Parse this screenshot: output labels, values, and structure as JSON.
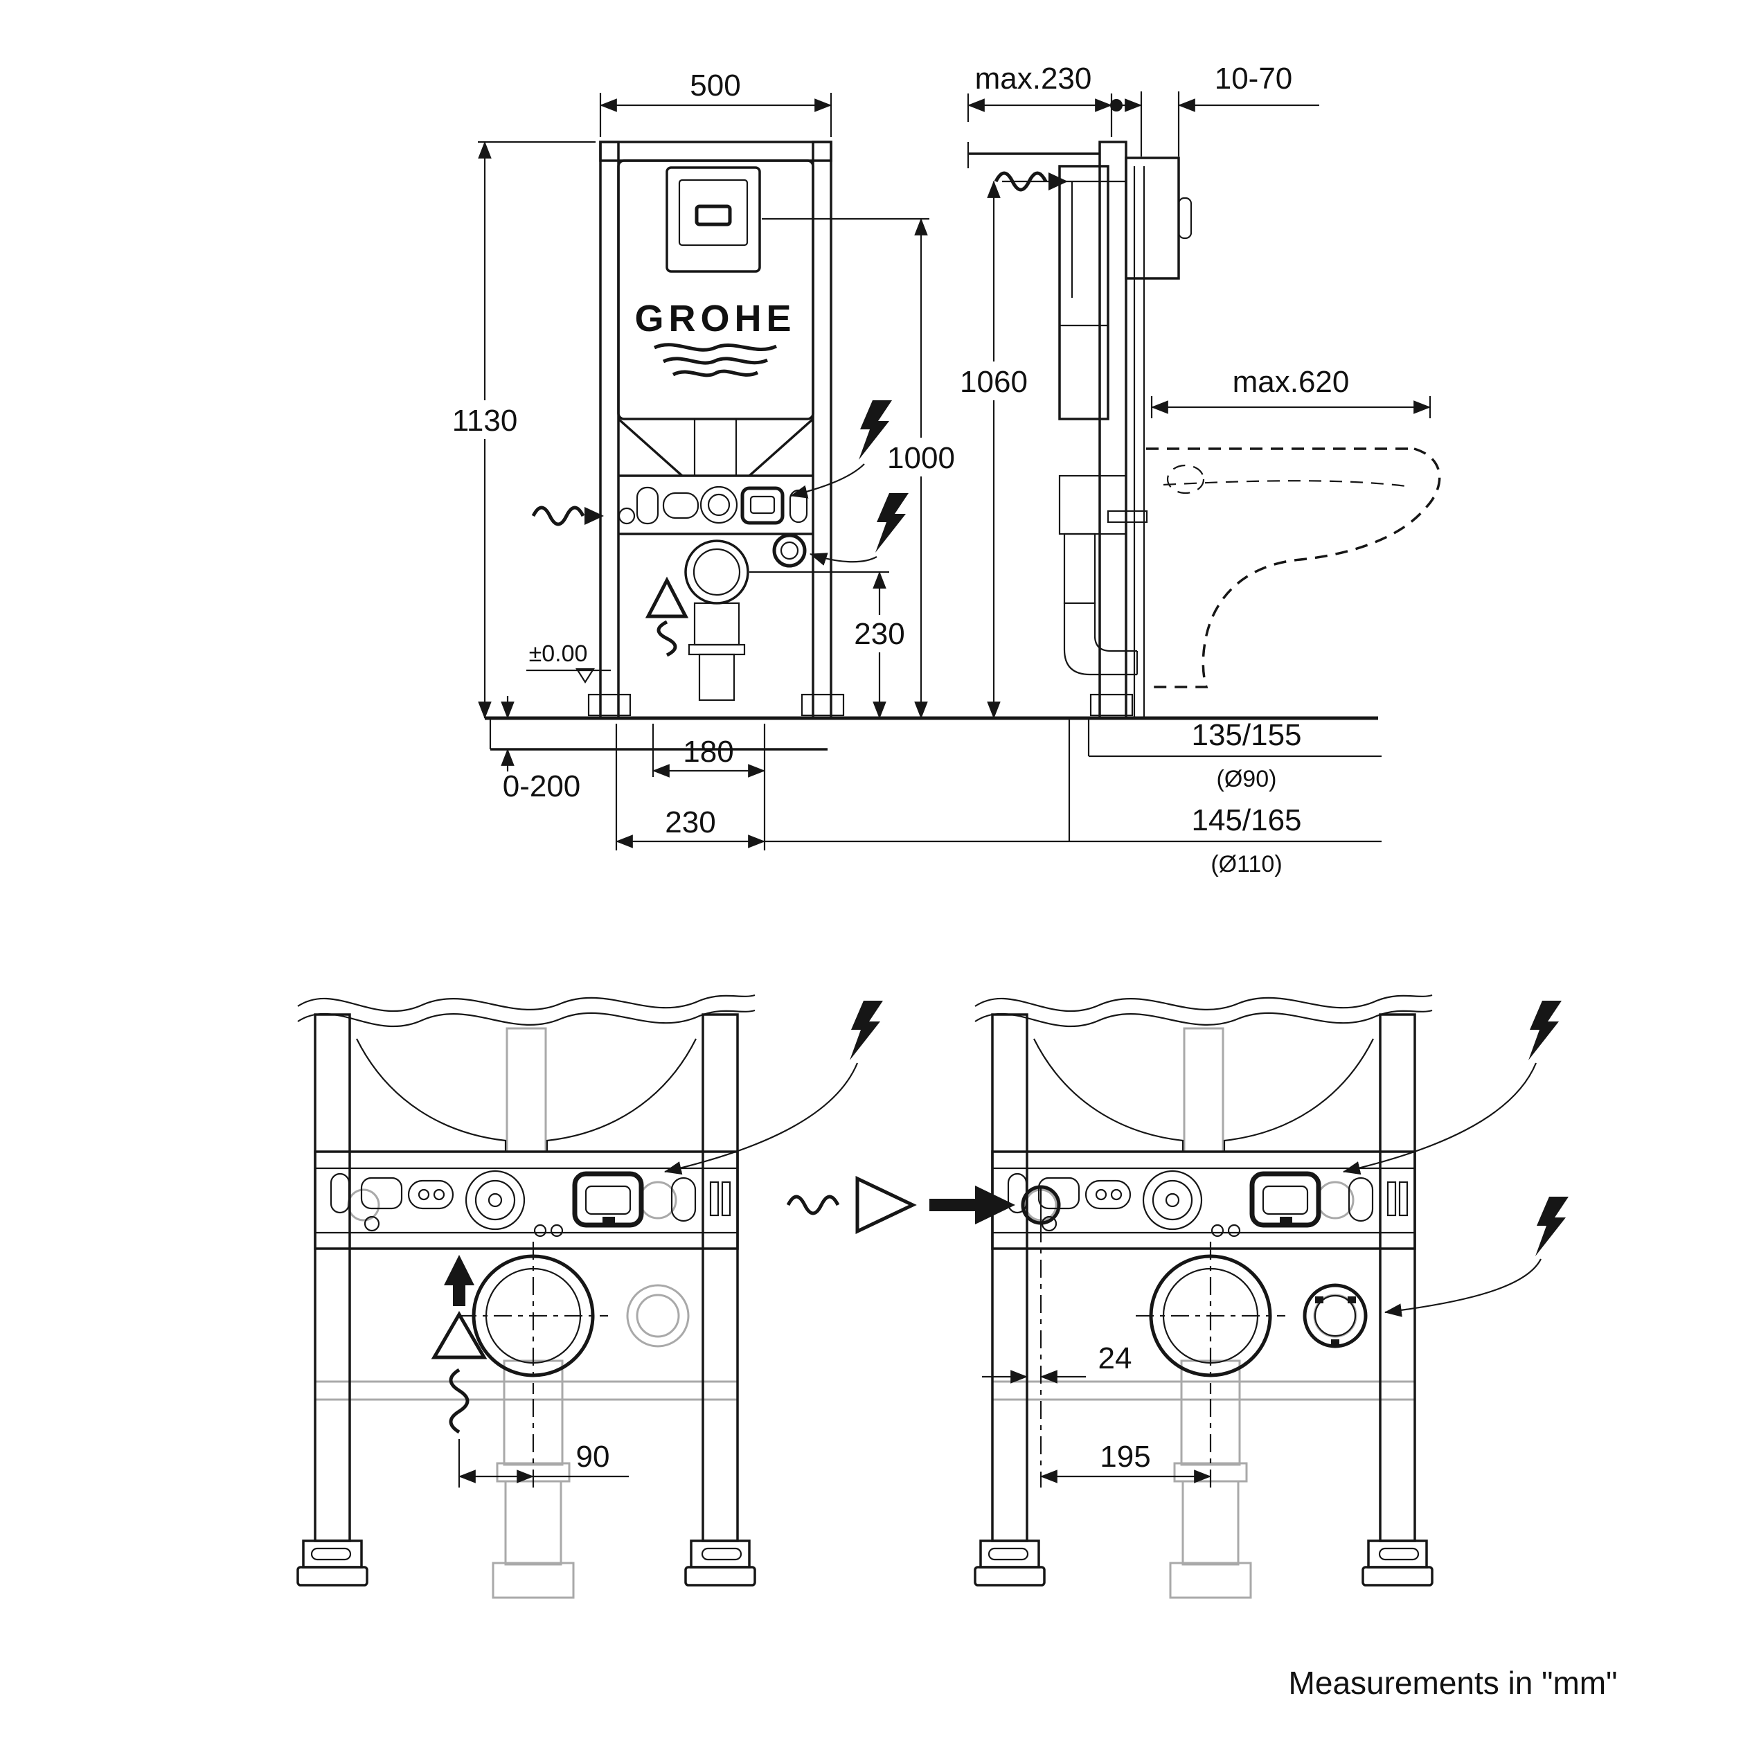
{
  "meta": {
    "note": "Measurements in \"mm\""
  },
  "brand": {
    "logo": "GROHE"
  },
  "front_view": {
    "width_mm": "500",
    "frame_height_mm": "1130",
    "actuation_height_mm": "1000",
    "outlet_height_mm": "230",
    "floor_level": "±0.00",
    "floor_adjustment_mm": "0-200",
    "supply_offset_mm": "180",
    "outlet_offset_mm": "230"
  },
  "side_view": {
    "frame_depth_mm": "max.230",
    "wall_finish_mm": "10-70",
    "supply_height_mm": "1060",
    "bowl_projection_mm": "max.620",
    "outlet_90": "135/155",
    "outlet_90_dia": "(Ø90)",
    "outlet_110": "145/165",
    "outlet_110_dia": "(Ø110)"
  },
  "detail_left": {
    "vent_to_outlet_mm": "90"
  },
  "detail_right": {
    "inlet_offset_mm": "24",
    "inlet_to_outlet_mm": "195"
  }
}
